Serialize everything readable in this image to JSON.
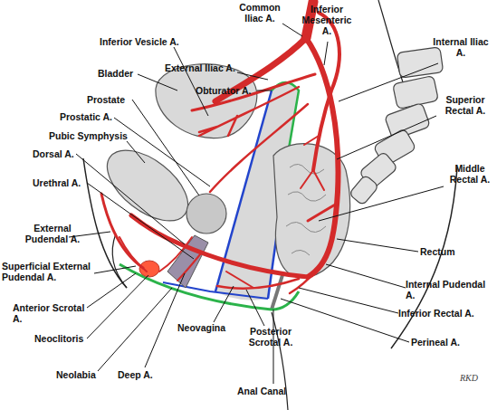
{
  "diagram": {
    "labels": [
      "Common Iliac A.",
      "Inferior Mesenteric A.",
      "Internal Iliac A.",
      "Inferior Vesicle A.",
      "External Iliac A.",
      "Bladder",
      "Obturator A.",
      "Prostate",
      "Superior Rectal A.",
      "Prostatic A.",
      "Pubic Symphysis",
      "Dorsal A.",
      "Middle Rectal A.",
      "Urethral A.",
      "Rectum",
      "External Pudendal A.",
      "Internal Pudendal A.",
      "Superficial External Pudendal A.",
      "Inferior Rectal A.",
      "Anterior Scrotal A.",
      "Perineal A.",
      "Neoclitoris",
      "Neovagina",
      "Posterior Scrotal A.",
      "Neolabia",
      "Deep A.",
      "Anal Canal",
      "RKD"
    ]
  }
}
